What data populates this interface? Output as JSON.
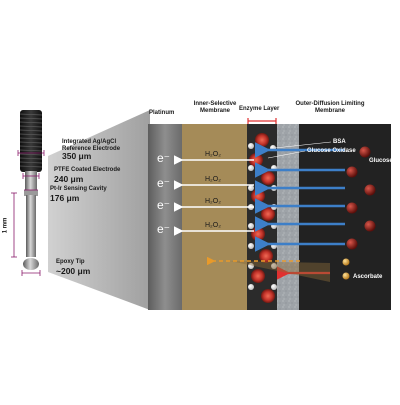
{
  "colors": {
    "platinum": "#7d7d7d",
    "inner_membrane": "#a58b58",
    "enzyme_layer": "#2b2b2b",
    "outer_membrane": "#9ea3a8",
    "right_panel": "#222222",
    "arrow_blue": "#3d7fc8",
    "arrow_white": "#ffffff",
    "arrow_red": "#e03030",
    "arrow_orange": "#e89a2a",
    "enzyme_red": "#c4342a",
    "glucose_red": "#8a1a14",
    "ascorbate_gold": "#d9a33a"
  },
  "layers": {
    "platinum": "Platinum",
    "inner_membrane": "Inner-Selective Membrane",
    "enzyme_layer": "Enzyme Layer",
    "outer_membrane": "Outer-Diffusion Limiting Membrane"
  },
  "labels": {
    "bsa": "BSA",
    "glucose_oxidase": "Glucose Oxidase",
    "glucose": "Glucose",
    "ascorbate": "Ascorbate",
    "h2o2": "H₂O₂",
    "electron": "e⁻"
  },
  "electrode": {
    "reference_label": "Integrated Ag/AgCl Reference Electrode",
    "reference_size": "350 μm",
    "coated_label": "PTFE Coated Electrode",
    "coated_size": "240 μm",
    "cavity_label": "Pt-Ir Sensing Cavity",
    "cavity_size": "176 μm",
    "length": "1 mm",
    "tip_label": "Epoxy Tip",
    "tip_size": "~200 μm"
  }
}
